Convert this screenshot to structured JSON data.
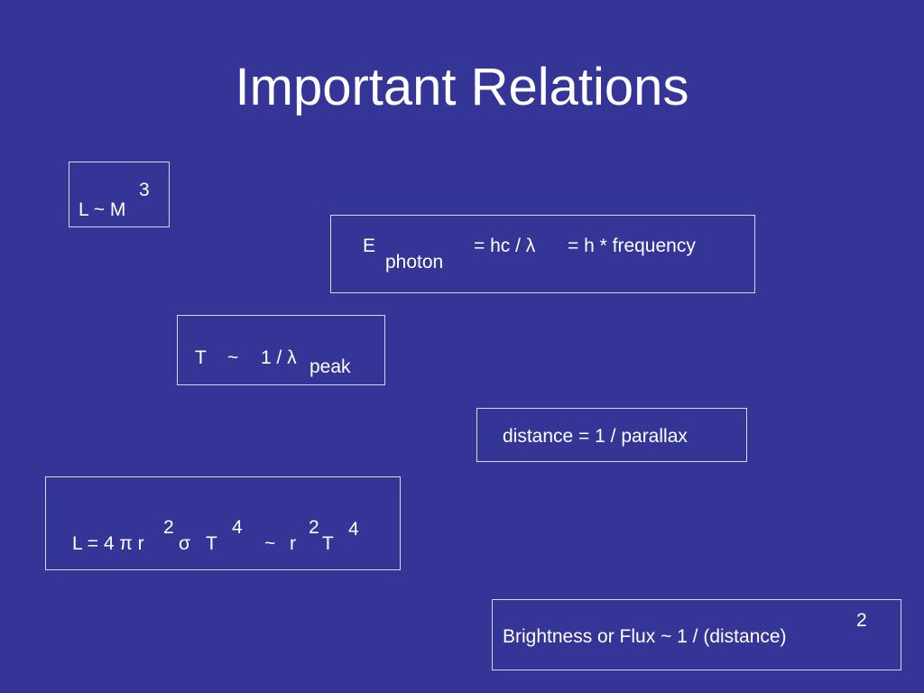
{
  "slide": {
    "title": "Important Relations"
  },
  "relations": {
    "mass_luminosity": {
      "base": "L ~ M",
      "exponent": "3"
    },
    "photon_energy": {
      "symbol": "E",
      "subscript": "photon",
      "part1": "= hc / λ",
      "part2": "= h * frequency"
    },
    "wien": {
      "left": "T",
      "tilde": "~",
      "right": "1 / λ",
      "subscript": "peak"
    },
    "parallax": {
      "text": "distance = 1 / parallax"
    },
    "stefan_boltzmann": {
      "part1": "L = 4 π r",
      "exp_r": "2",
      "sigma": "σ",
      "T": "T",
      "exp_T": "4",
      "tilde": "~",
      "r": "r",
      "exp_r2": "2",
      "T2": "T",
      "exp_T2": "4"
    },
    "inverse_square": {
      "text": "Brightness or Flux  ~ 1 / (distance)",
      "exponent": "2"
    }
  }
}
